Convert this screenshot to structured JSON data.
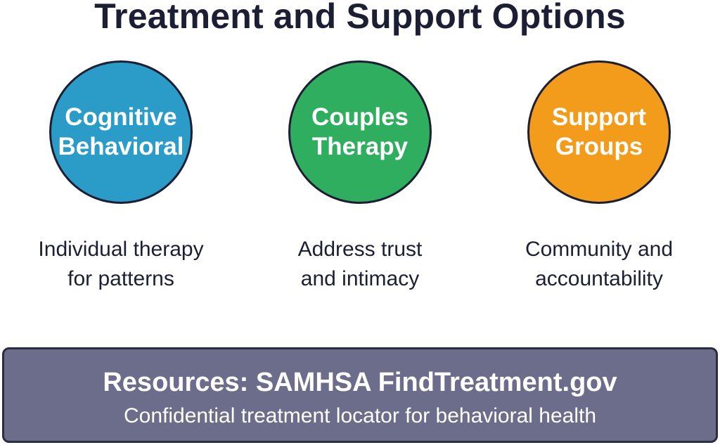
{
  "title": "Treatment and Support Options",
  "options": [
    {
      "name_line1": "Cognitive",
      "name_line2": "Behavioral",
      "description_line1": "Individual therapy",
      "description_line2": "for patterns",
      "color": "#2b9cc8"
    },
    {
      "name_line1": "Couples",
      "name_line2": "Therapy",
      "description_line1": "Address trust",
      "description_line2": "and intimacy",
      "color": "#2fae5f"
    },
    {
      "name_line1": "Support",
      "name_line2": "Groups",
      "description_line1": "Community and",
      "description_line2": "accountability",
      "color": "#f39c1b"
    }
  ],
  "resources": {
    "title": "Resources: SAMHSA FindTreatment.gov",
    "subtitle": "Confidential treatment locator for behavioral health",
    "background": "#6b6d8a"
  },
  "text_color": "#1c1f33"
}
